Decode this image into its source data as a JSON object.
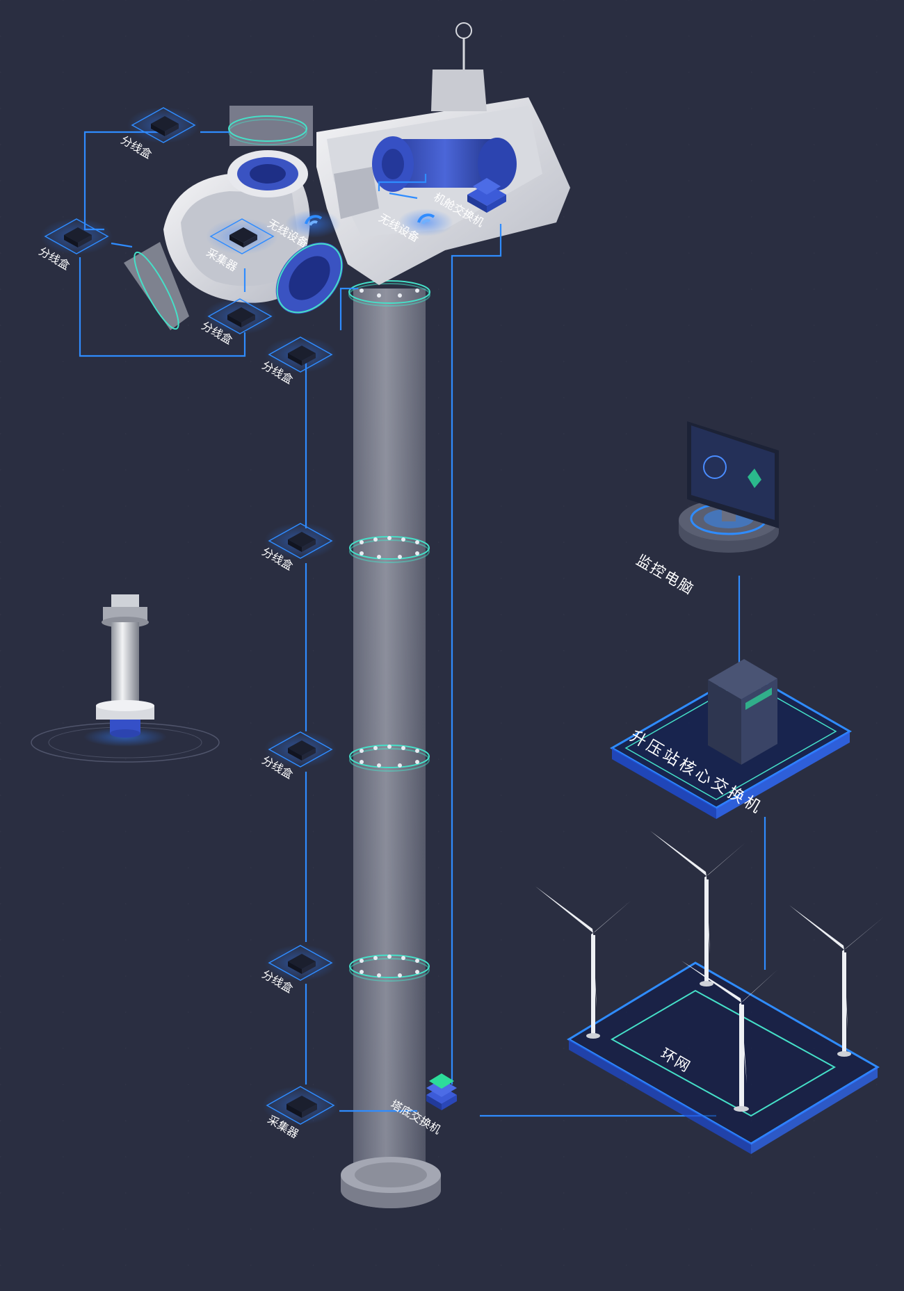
{
  "colors": {
    "background": "#2a2e41",
    "link": "#2f8cff",
    "glow": "#1e5bff",
    "ring": "#45e0c8"
  },
  "icons": {
    "junction_box": "junction-box-icon",
    "collector": "collector-icon",
    "wireless": "wifi-icon",
    "switch": "switch-icon",
    "monitor": "monitor-icon",
    "server": "server-icon",
    "turbine": "wind-turbine-icon",
    "bolt": "bolt-sensor-icon"
  },
  "labels": {
    "junction_box_a": "分线盒",
    "junction_box_b": "分线盒",
    "junction_box_c": "分线盒",
    "junction_box_d": "分线盒",
    "junction_box_e": "分线盒",
    "junction_box_f": "分线盒",
    "junction_box_g": "分线盒",
    "collector_top": "采集器",
    "collector_bottom": "采集器",
    "wireless_a": "无线设备",
    "wireless_b": "无线设备",
    "nacelle_switch": "机舱交换机",
    "tower_base_switch": "塔底交换机",
    "monitor_pc": "监控电脑",
    "core_switch": "升压站核心交换机",
    "ring_network": "环网"
  }
}
